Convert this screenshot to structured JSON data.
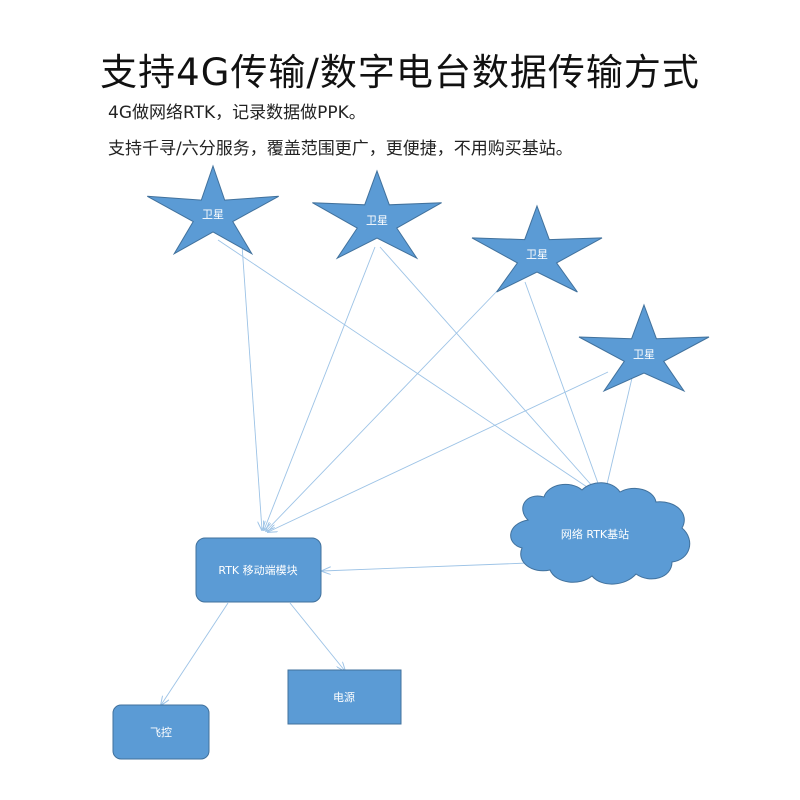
{
  "title": "支持4G传输/数字电台数据传输方式",
  "description": {
    "line1": "4G做网络RTK，记录数据做PPK。",
    "line2": "支持千寻/六分服务，覆盖范围更广，更便捷，不用购买基站。"
  },
  "colors": {
    "node_fill": "#5b9bd5",
    "node_stroke": "#41719c",
    "arrow": "#9dc3e6"
  },
  "nodes": {
    "satellite_1": "卫星",
    "satellite_2": "卫星",
    "satellite_3": "卫星",
    "satellite_4": "卫星",
    "base_station": "网络 RTK基站",
    "rtk_module": "RTK 移动端模块",
    "power": "电源",
    "flight_control": "飞控"
  }
}
